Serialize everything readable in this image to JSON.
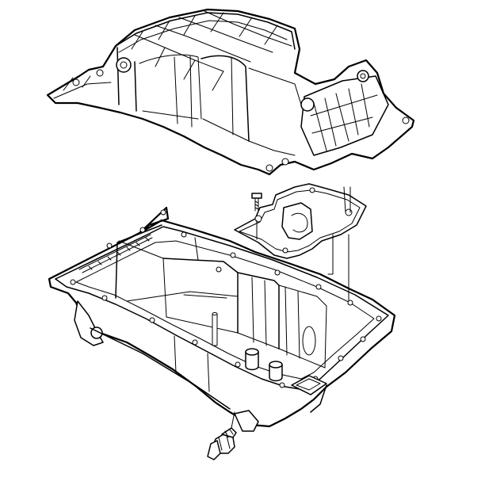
{
  "figure": {
    "parts": [
      {
        "name": "upper-oil-pan"
      },
      {
        "name": "lower-oil-pan"
      },
      {
        "name": "oil-pan-baffle"
      },
      {
        "name": "baffle-bolt"
      },
      {
        "name": "oil-drain-plug"
      }
    ]
  },
  "colors": {
    "line": "#000000",
    "background": "#ffffff"
  }
}
